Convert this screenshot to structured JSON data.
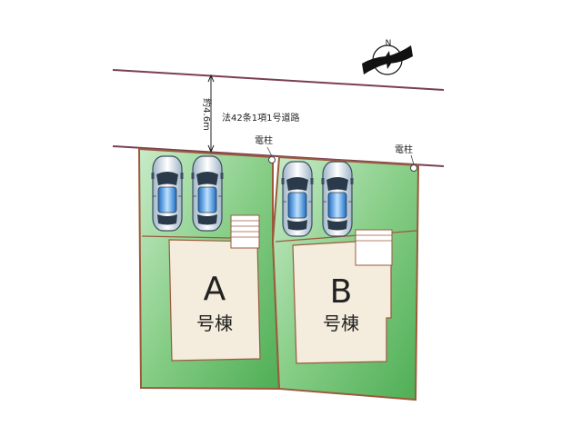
{
  "road": {
    "label": "法42条1項1号道路",
    "width_label": "約4.6m"
  },
  "utility_poles": [
    {
      "label": "電柱"
    },
    {
      "label": "電柱"
    }
  ],
  "buildings": [
    {
      "letter": "A",
      "suffix": "号棟"
    },
    {
      "letter": "B",
      "suffix": "号棟"
    }
  ],
  "compass": {
    "label": "N"
  },
  "colors": {
    "lot_green": "#7cc47c",
    "lot_boundary": "#9b5a3c",
    "building_fill": "#f4ecdc",
    "road_line": "#7a3e55"
  }
}
